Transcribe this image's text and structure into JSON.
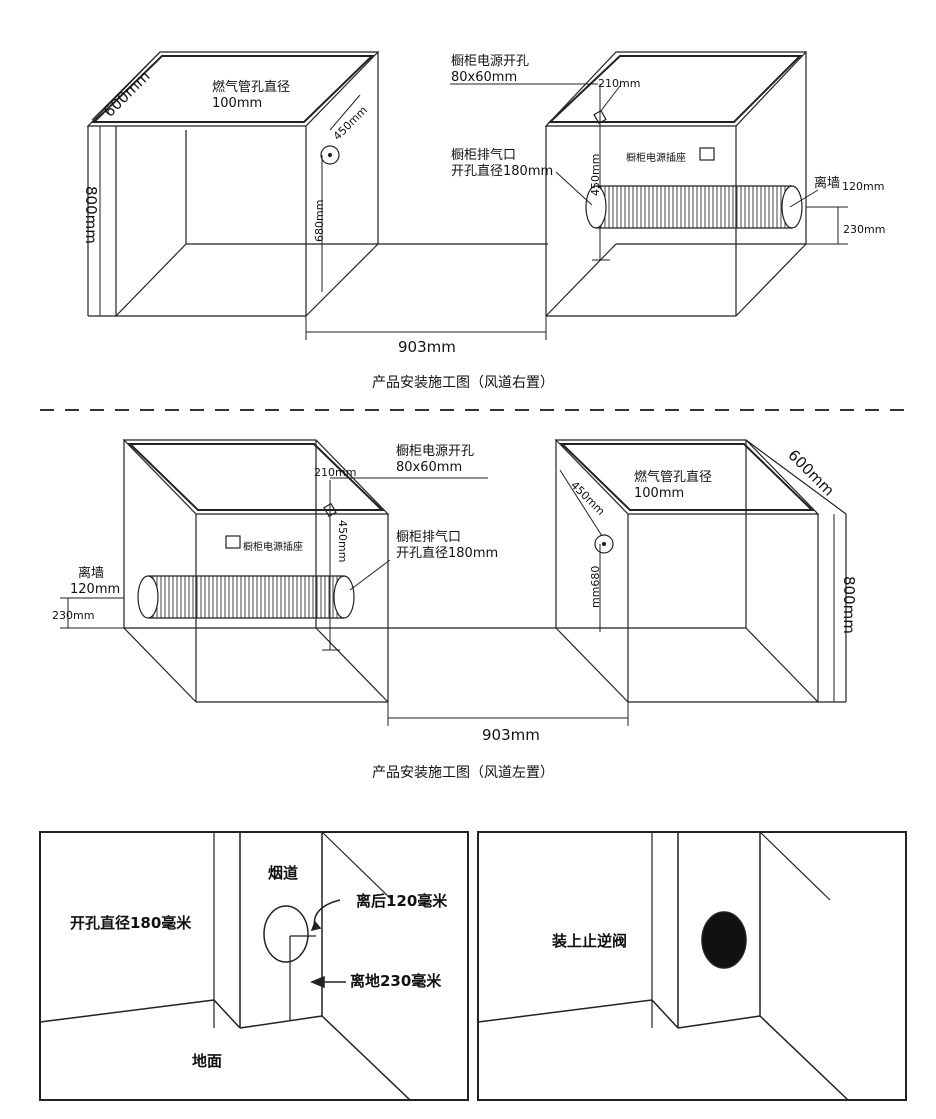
{
  "top_diagram": {
    "cabinet_depth": "600mm",
    "cabinet_height": "800mm",
    "gas_hole_label": "燃气管孔直径",
    "gas_hole_size": "100mm",
    "gas_diag": "450mm",
    "gas_height": "680mm",
    "power_hole_label": "橱柜电源开孔",
    "power_hole_size": "80x60mm",
    "power_210": "210mm",
    "power_450": "450mm",
    "socket_label": "橱柜电源插座",
    "exhaust_label": "橱柜排气口",
    "exhaust_size": "开孔直径180mm",
    "wall_label": "离墙",
    "wall_120": "120mm",
    "height_230": "230mm",
    "width_903": "903mm",
    "caption": "产品安装施工图（风道右置）"
  },
  "bottom_diagram": {
    "cabinet_depth": "600mm",
    "cabinet_height": "800mm",
    "gas_hole_label": "燃气管孔直径",
    "gas_hole_size": "100mm",
    "gas_diag": "450mm",
    "gas_height": "mm680",
    "power_hole_label": "橱柜电源开孔",
    "power_hole_size": "80x60mm",
    "power_210": "210mm",
    "power_450": "450mm",
    "socket_label": "橱柜电源插座",
    "exhaust_label": "橱柜排气口",
    "exhaust_size": "开孔直径180mm",
    "wall_label": "离墙",
    "wall_120": "120mm",
    "height_230": "230mm",
    "width_903": "903mm",
    "caption": "产品安装施工图（风道左置）"
  },
  "panel_left": {
    "hole_label": "开孔直径180毫米",
    "flue_label": "烟道",
    "back_label": "离后120毫米",
    "floor_offset_label": "离地230毫米",
    "floor_label": "地面"
  },
  "panel_right": {
    "valve_label": "装上止逆阀"
  }
}
